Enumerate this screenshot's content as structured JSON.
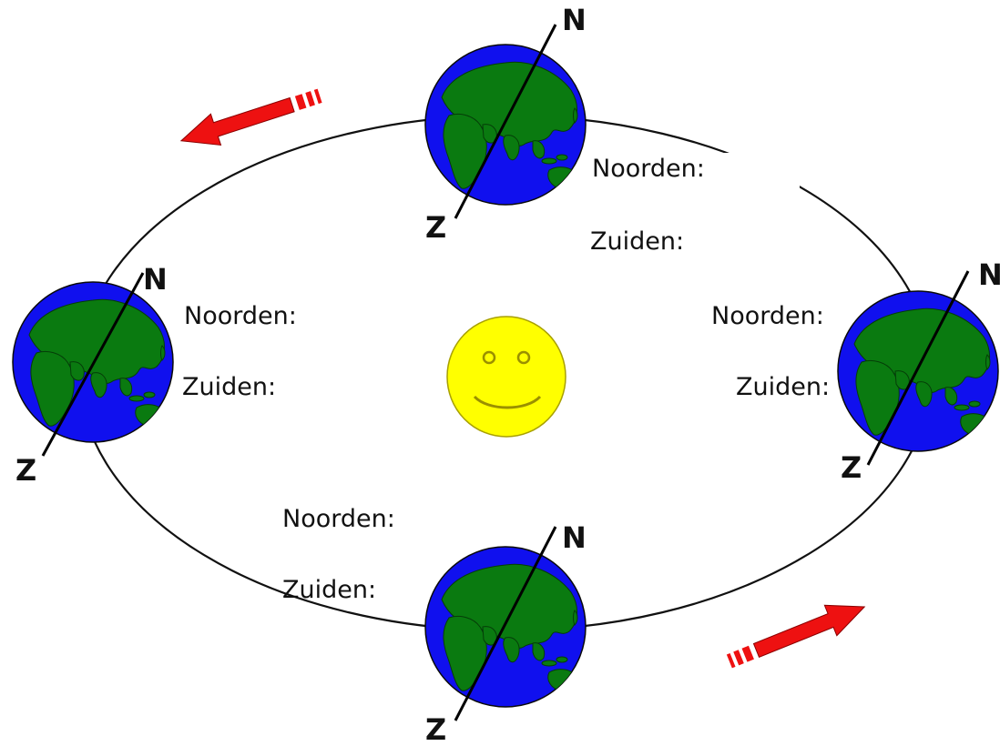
{
  "colors": {
    "ocean": "#1010ee",
    "land": "#0a7a10",
    "sun": "#ffff00",
    "sun_outline": "#a8a000",
    "arrow": "#ee1111",
    "orbit": "#111111"
  },
  "sun": {
    "icon": "smiley-sun-icon"
  },
  "earths": [
    {
      "id": "top",
      "pole_north": "N",
      "pole_south": "Z",
      "north_label": "Noorden:",
      "south_label": "Zuiden:"
    },
    {
      "id": "left",
      "pole_north": "N",
      "pole_south": "Z",
      "north_label": "Noorden:",
      "south_label": "Zuiden:"
    },
    {
      "id": "right",
      "pole_north": "N",
      "pole_south": "Z",
      "north_label": "Noorden:",
      "south_label": "Zuiden:"
    },
    {
      "id": "bottom",
      "pole_north": "N",
      "pole_south": "Z",
      "north_label": "Noorden:",
      "south_label": "Zuiden:"
    }
  ],
  "arrows": [
    {
      "id": "top-left",
      "icon": "arrow-left-icon"
    },
    {
      "id": "bottom-right",
      "icon": "arrow-right-icon"
    }
  ]
}
